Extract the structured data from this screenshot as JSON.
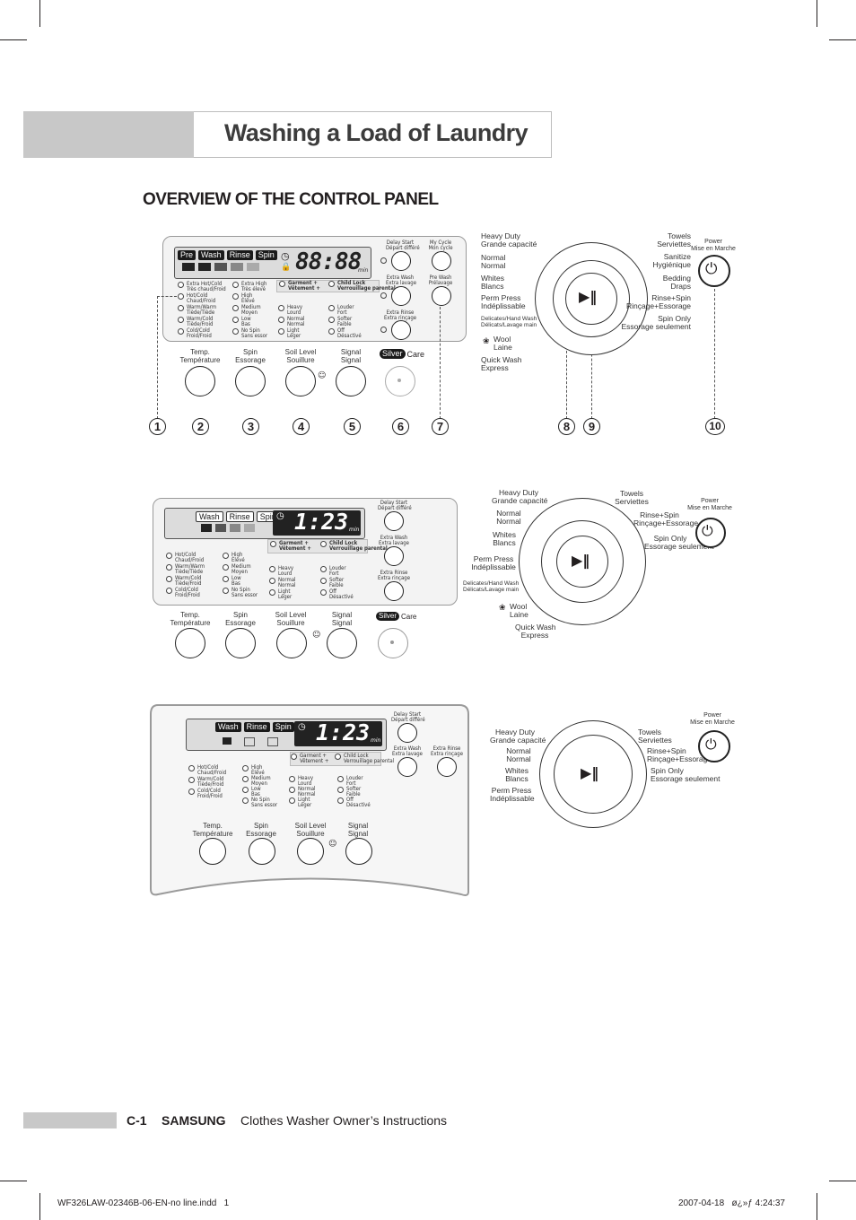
{
  "header": {
    "title": "Washing a Load of Laundry"
  },
  "section": {
    "title": "OVERVIEW OF THE CONTROL PANEL"
  },
  "callouts": [
    "1",
    "2",
    "3",
    "4",
    "5",
    "6",
    "7",
    "8",
    "9",
    "10"
  ],
  "panel_a": {
    "stages": [
      "Pre",
      "Wash",
      "Rinse",
      "Spin"
    ],
    "display": "88:88",
    "display_unit": "min",
    "temp_opts": [
      "Extra Hot/Cold\nTrès chaud/Froid",
      "Hot/Cold\nChaud/Froid",
      "Warm/Warm\nTiède/Tiède",
      "Warm/Cold\nTiède/Froid",
      "Cold/Cold\nFroid/Froid"
    ],
    "spin_opts": [
      "Extra High\nTrès élevé",
      "High\nÉlevé",
      "Medium\nMoyen",
      "Low\nBas",
      "No Spin\nSans essor"
    ],
    "soil_opts": [
      "Heavy\nLourd",
      "Normal\nNormal",
      "Light\nLéger"
    ],
    "signal_opts": [
      "Louder\nFort",
      "Softer\nFaible",
      "Off\nDésactivé"
    ],
    "garment": "Garment +\nVêtement +",
    "child_lock": "Child Lock\nVerrouillage parental",
    "right_buttons": [
      "Delay Start\nDépart différé",
      "My Cycle\nMon cycle",
      "Extra Wash\nExtra lavage",
      "Pre Wash\nPrélavage",
      "Extra Rinse\nExtra rinçage"
    ],
    "bottom_labels": [
      "Temp.\nTempérature",
      "Spin\nEssorage",
      "Soil Level\nSouillure",
      "Signal\nSignal"
    ],
    "silver": "Silver",
    "care": "Care"
  },
  "dial_a": {
    "left": [
      "Heavy Duty\nGrande capacité",
      "Normal\nNormal",
      "Whites\nBlancs",
      "Perm Press\nIndéplissable",
      "Delicates/Hand Wash\nDélicats/Lavage main",
      "Wool\nLaine",
      "Quick Wash\nExpress"
    ],
    "right": [
      "Towels\nServiettes",
      "Sanitize\nHygiénique",
      "Bedding\nDraps",
      "Rinse+Spin\nRinçage+Essorage",
      "Spin Only\nEssorage seulement"
    ],
    "power": "Power\nMise en Marche"
  },
  "panel_b": {
    "stages": [
      "Wash",
      "Rinse",
      "Spin"
    ],
    "display": "1:23",
    "display_unit": "min",
    "temp_opts": [
      "Hot/Cold\nChaud/Froid",
      "Warm/Warm\nTiède/Tiède",
      "Warm/Cold\nTiède/Froid",
      "Cold/Cold\nFroid/Froid"
    ],
    "spin_opts": [
      "High\nÉlevé",
      "Medium\nMoyen",
      "Low\nBas",
      "No Spin\nSans essor"
    ],
    "soil_opts": [
      "Heavy\nLourd",
      "Normal\nNormal",
      "Light\nLéger"
    ],
    "signal_opts": [
      "Louder\nFort",
      "Softer\nFaible",
      "Off\nDésactivé"
    ],
    "garment": "Garment +\nVêtement +",
    "child_lock": "Child Lock\nVerrouillage parental",
    "right_buttons": [
      "Delay Start\nDépart différé",
      "Extra Wash\nExtra lavage",
      "Extra Rinse\nExtra rinçage"
    ],
    "bottom_labels": [
      "Temp.\nTempérature",
      "Spin\nEssorage",
      "Soil Level\nSouillure",
      "Signal\nSignal"
    ],
    "silver": "Silver",
    "care": "Care"
  },
  "dial_b": {
    "left": [
      "Heavy Duty\nGrande capacité",
      "Normal\nNormal",
      "Whites\nBlancs",
      "Perm Press\nIndéplissable",
      "Delicates/Hand Wash\nDélicats/Lavage main",
      "Wool\nLaine",
      "Quick Wash\nExpress"
    ],
    "right": [
      "Towels\nServiettes",
      "Rinse+Spin\nRinçage+Essorage",
      "Spin Only\nEssorage seulement"
    ],
    "power": "Power\nMise en Marche"
  },
  "panel_c": {
    "stages": [
      "Wash",
      "Rinse",
      "Spin"
    ],
    "display": "1:23",
    "display_unit": "min",
    "temp_opts": [
      "Hot/Cold\nChaud/Froid",
      "Warm/Cold\nTiède/Froid",
      "Cold/Cold\nFroid/Froid"
    ],
    "spin_opts": [
      "High\nÉlevé",
      "Medium\nMoyen",
      "Low\nBas",
      "No Spin\nSans essor"
    ],
    "soil_opts": [
      "Heavy\nLourd",
      "Normal\nNormal",
      "Light\nLéger"
    ],
    "signal_opts": [
      "Louder\nFort",
      "Softer\nFaible",
      "Off\nDésactivé"
    ],
    "garment": "Garment +\nVêtement +",
    "child_lock": "Child Lock\nVerrouillage parental",
    "right_buttons": [
      "Delay Start\nDépart différé",
      "Extra Wash\nExtra lavage",
      "Extra Rinse\nExtra rinçage"
    ],
    "bottom_labels": [
      "Temp.\nTempérature",
      "Spin\nEssorage",
      "Soil Level\nSouillure",
      "Signal\nSignal"
    ]
  },
  "dial_c": {
    "left": [
      "Heavy Duty\nGrande capacité",
      "Normal\nNormal",
      "Whites\nBlancs",
      "Perm Press\nIndéplissable"
    ],
    "right": [
      "Towels\nServiettes",
      "Rinse+Spin\nRinçage+Essorage",
      "Spin Only\nEssorage seulement"
    ],
    "power": "Power\nMise en Marche"
  },
  "footer": {
    "page": "C-1",
    "brand": "SAMSUNG",
    "doc": "Clothes Washer Owner’s Instructions"
  },
  "slug": {
    "file": "WF326LAW-02346B-06-EN-no line.indd   1",
    "date": "2007-04-18   ø¿»ƒ 4:24:37"
  }
}
